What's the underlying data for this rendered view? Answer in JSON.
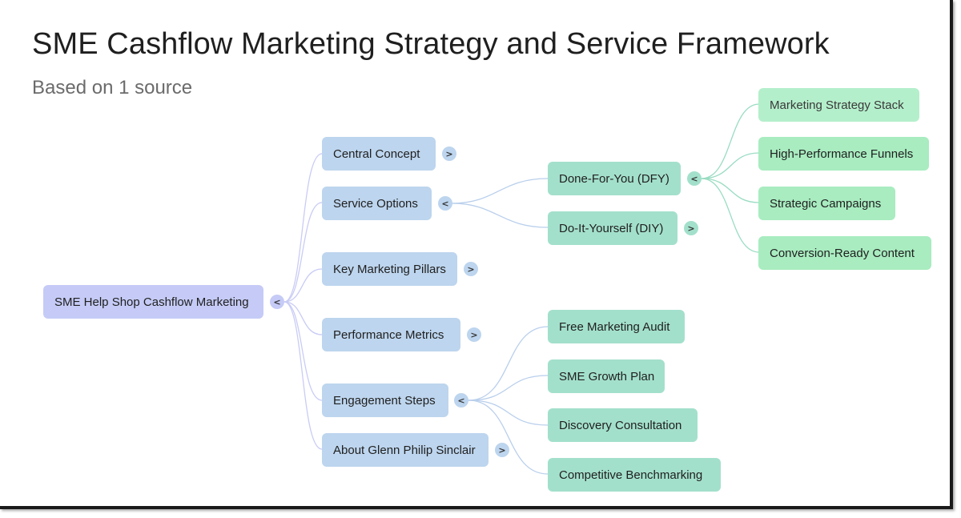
{
  "header": {
    "title": "SME Cashflow Marketing Strategy and Service Framework",
    "subtitle": "Based on 1 source"
  },
  "colors": {
    "root": "#c5cbf6",
    "level1": "#bdd5ee",
    "level2": "#a3e0cc",
    "level3": "#a8ecc0",
    "link_root": "#c9ccf5",
    "link_level1": "#b9cfec",
    "link_level2": "#99dcc2"
  },
  "mindmap": {
    "root": {
      "label": "SME Help Shop Cashflow Marketing",
      "toggle": "<",
      "expanded": true
    },
    "level1": [
      {
        "label": "Central Concept",
        "toggle": ">",
        "expanded": false
      },
      {
        "label": "Service Options",
        "toggle": "<",
        "expanded": true
      },
      {
        "label": "Key Marketing Pillars",
        "toggle": ">",
        "expanded": false
      },
      {
        "label": "Performance Metrics",
        "toggle": ">",
        "expanded": false
      },
      {
        "label": "Engagement Steps",
        "toggle": "<",
        "expanded": true
      },
      {
        "label": "About Glenn Philip Sinclair",
        "toggle": ">",
        "expanded": false
      }
    ],
    "service_options": [
      {
        "label": "Done-For-You (DFY)",
        "toggle": "<",
        "expanded": true
      },
      {
        "label": "Do-It-Yourself (DIY)",
        "toggle": ">",
        "expanded": false
      }
    ],
    "dfy_children": [
      {
        "label": "Marketing Strategy Stack"
      },
      {
        "label": "High-Performance Funnels"
      },
      {
        "label": "Strategic Campaigns"
      },
      {
        "label": "Conversion-Ready Content"
      }
    ],
    "engagement_steps": [
      {
        "label": "Free Marketing Audit"
      },
      {
        "label": "SME Growth Plan"
      },
      {
        "label": "Discovery Consultation"
      },
      {
        "label": "Competitive Benchmarking"
      }
    ]
  }
}
